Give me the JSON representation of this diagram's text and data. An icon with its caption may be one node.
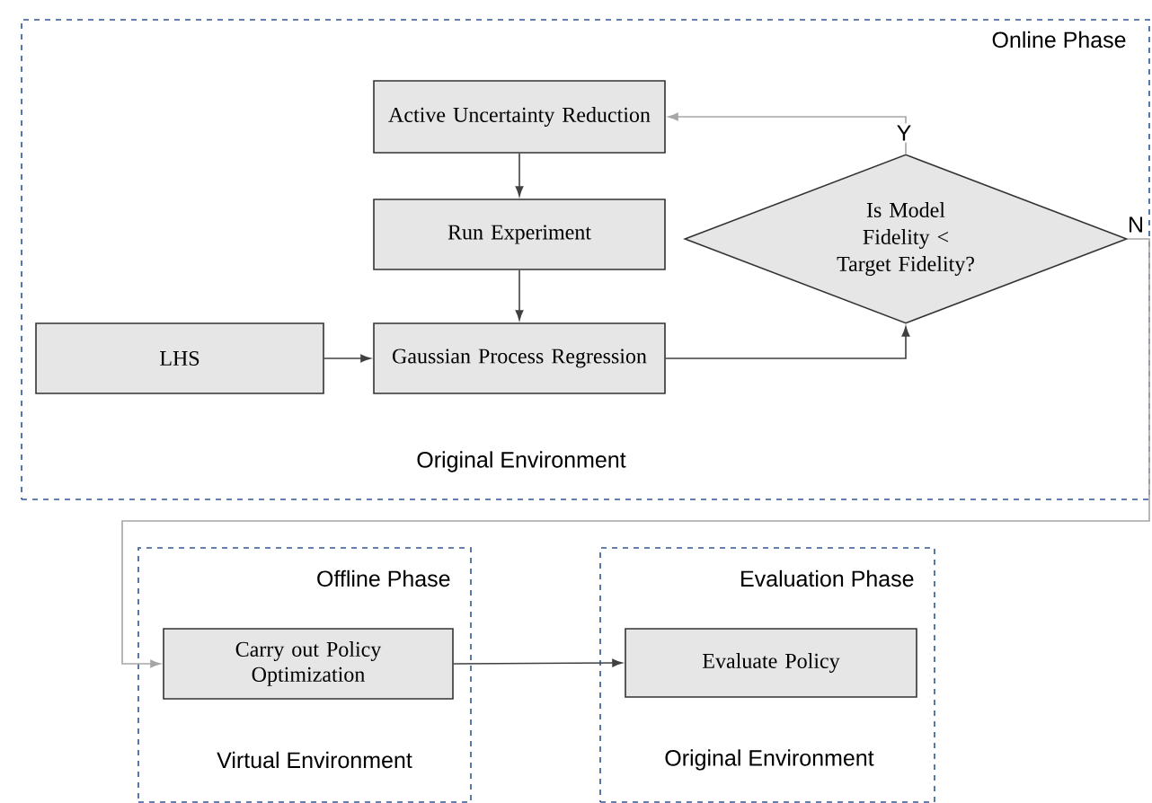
{
  "diagram": {
    "nodes": [
      {
        "text": [
          "Online Phase",
          "Original Environment"
        ]
      },
      {
        "text": [
          "Active Uncertainty Reduction"
        ],
        "in": 0
      },
      {
        "text": [
          "Run Experiment"
        ],
        "in": 0
      },
      {
        "text": [
          "LHS"
        ],
        "in": 0
      },
      {
        "text": [
          "Gaussian Process Regression"
        ],
        "in": 0
      },
      {
        "text": [
          "Is Model Fidelity < Target Fidelity?"
        ],
        "in": 0
      },
      {
        "text": [
          "Offline Phase",
          "Virtual Environment"
        ]
      },
      {
        "text": [
          "Carry out Policy Optimization"
        ],
        "in": 6
      },
      {
        "text": [
          "Evaluation Phase",
          "Original Environment"
        ]
      },
      {
        "text": [
          "Evaluate Policy"
        ],
        "in": 8
      }
    ],
    "edges": [
      {
        "from": 1,
        "to": 2,
        "arrow": "to"
      },
      {
        "from": 2,
        "to": 4,
        "arrow": "to"
      },
      {
        "from": 3,
        "to": 4,
        "arrow": "to"
      },
      {
        "from": 4,
        "to": 5,
        "arrow": "to"
      },
      {
        "from": 5,
        "to": 1,
        "arrow": "to",
        "label": "Y",
        "color": "#a6a6a6"
      },
      {
        "from": 5,
        "to": 7,
        "arrow": "to",
        "label": "N",
        "color": "#a6a6a6"
      },
      {
        "from": 7,
        "to": 9,
        "arrow": "to"
      }
    ]
  }
}
